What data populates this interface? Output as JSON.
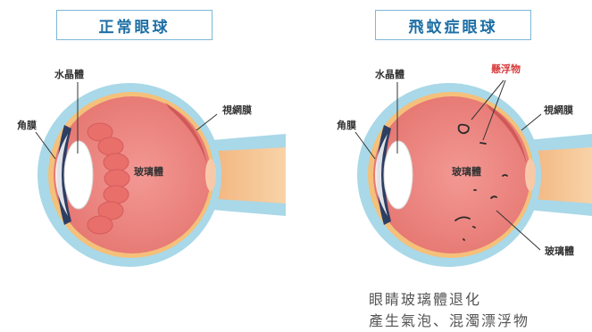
{
  "left_panel": {
    "title": "正常眼球",
    "labels": {
      "lens": "水晶體",
      "cornea": "角膜",
      "retina": "視網膜",
      "vitreous": "玻璃體"
    }
  },
  "right_panel": {
    "title": "飛蚊症眼球",
    "labels": {
      "lens": "水晶體",
      "cornea": "角膜",
      "floaters": "懸浮物",
      "retina": "視網膜",
      "vitreous_center": "玻璃體",
      "vitreous_pointer": "玻璃體"
    },
    "caption_line1": "眼睛玻璃體退化",
    "caption_line2": "產生氣泡、混濁漂浮物"
  },
  "colors": {
    "sclera_blue": "#a9d8e8",
    "vitreous": "#ec8a86",
    "vitreous_dark": "#d45c5c",
    "retina_band": "#f4c07a",
    "optic_nerve": "#f5c490",
    "lens": "#ffffff",
    "title_text": "#1d6fa5",
    "floater_label": "#d83a3a"
  }
}
